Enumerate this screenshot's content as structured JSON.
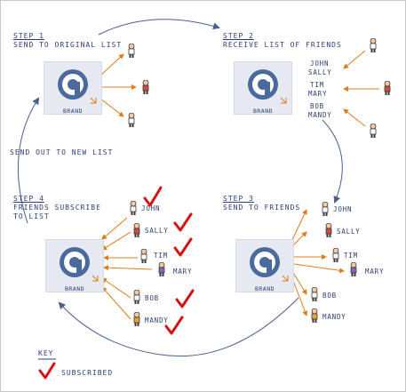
{
  "steps": {
    "s1": {
      "title": "STEP 1",
      "desc": "SEND TO ORIGINAL LIST"
    },
    "s2": {
      "title": "STEP 2",
      "desc": "RECEIVE LIST OF FRIENDS"
    },
    "s3": {
      "title": "STEP 3",
      "desc": "SEND TO FRIENDS"
    },
    "s4": {
      "title": "STEP 4",
      "desc1": "FRIENDS SUBSCRIBE",
      "desc2": "TO LIST"
    }
  },
  "brand_label": "BRAND",
  "send_out_label": "SEND OUT TO NEW LIST",
  "names": {
    "john": "JOHN",
    "sally": "SALLY",
    "tim": "TIM",
    "mary": "MARY",
    "bob": "BOB",
    "mandy": "MANDY"
  },
  "key": {
    "title": "KEY",
    "subscribed": "SUBSCRIBED"
  },
  "colors": {
    "arrow_orange": "#e07b1a",
    "cycle_blue": "#4a5f8c",
    "text_navy": "#2b3f78",
    "check_red": "#d41414",
    "brand_bg": "#e6e9f2"
  },
  "icons": [
    "person-icon",
    "check-icon",
    "brand-logo-icon"
  ]
}
